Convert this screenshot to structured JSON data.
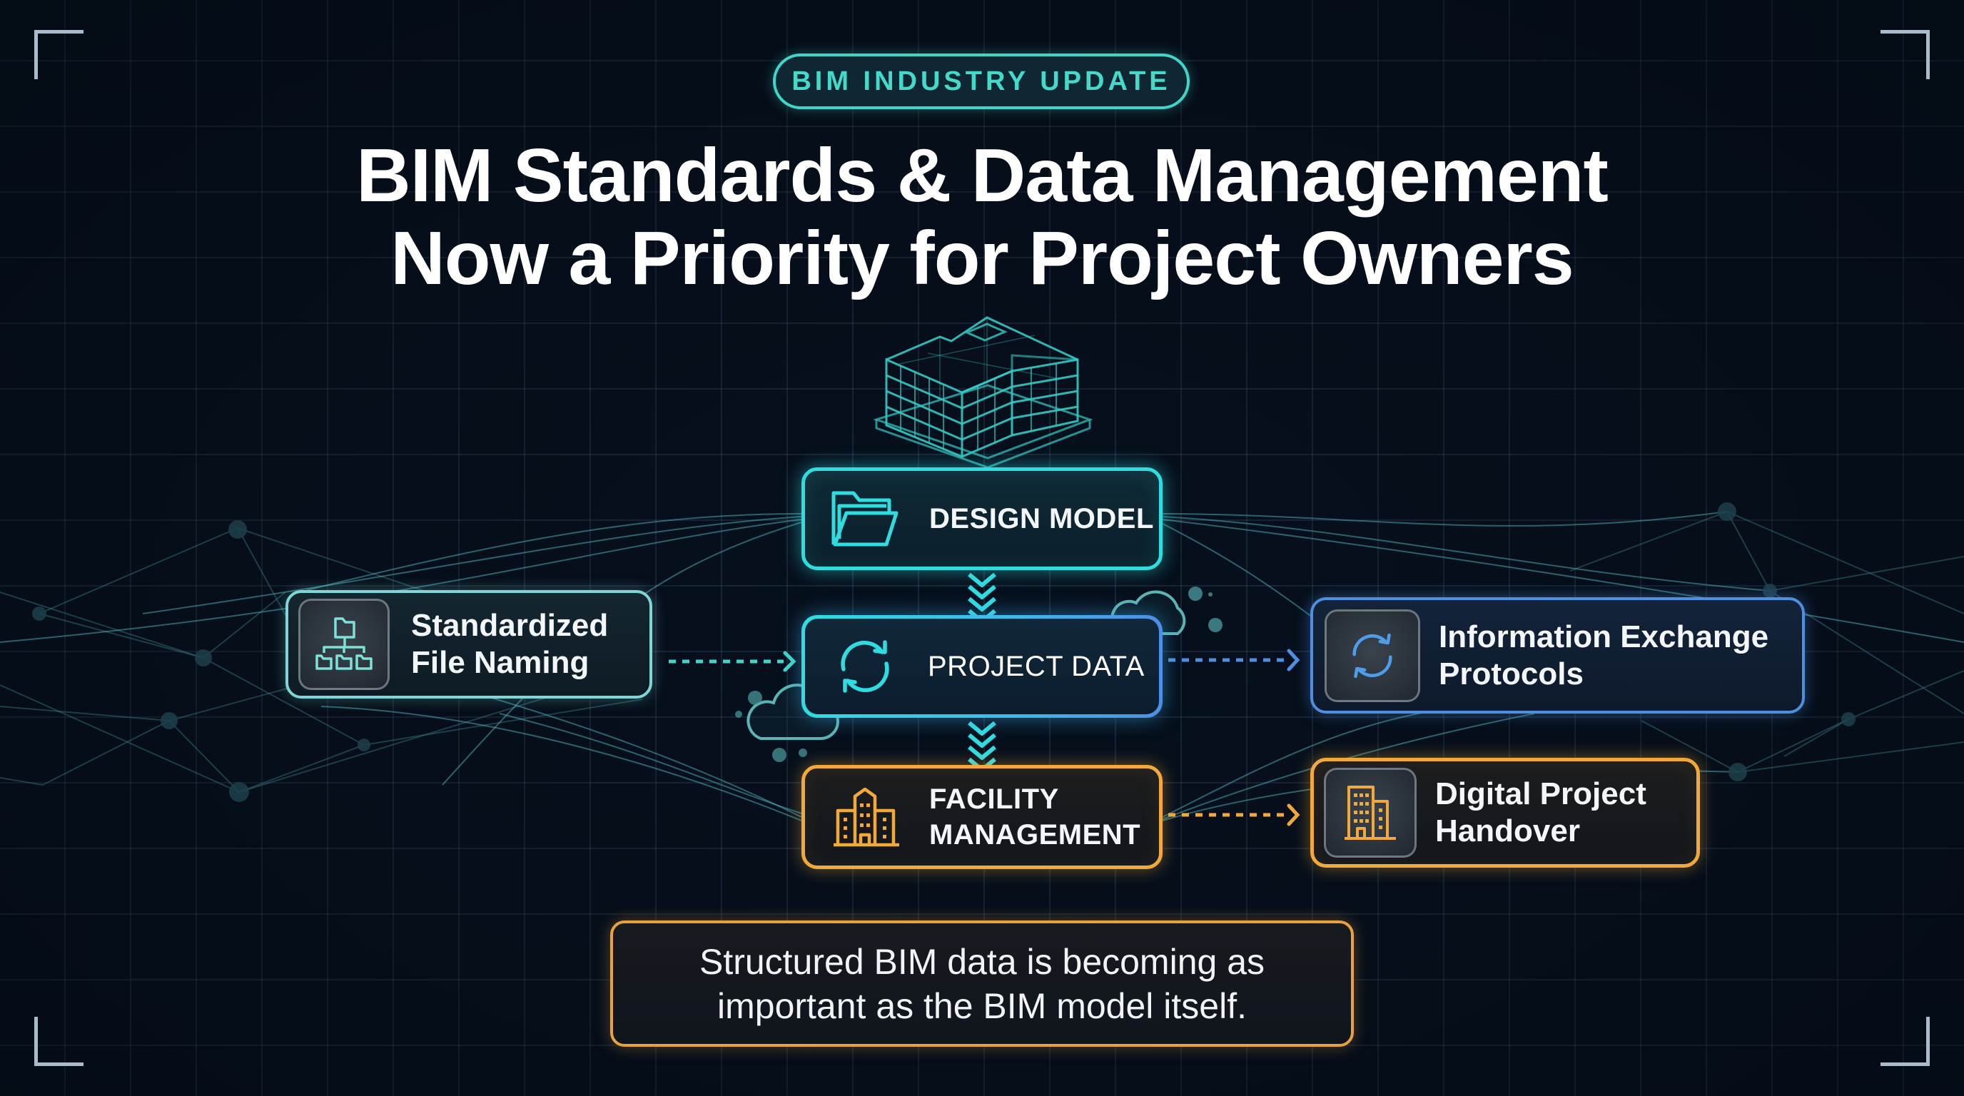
{
  "badge": {
    "label": "BIM INDUSTRY UPDATE"
  },
  "title": {
    "line1": "BIM Standards & Data Management",
    "line2": "Now a Priority for Project Owners"
  },
  "illustration": {
    "icon": "building-wireframe-icon"
  },
  "flow": {
    "center": [
      {
        "label": "DESIGN MODEL",
        "icon": "folder-open-icon",
        "color": "#2fdde0"
      },
      {
        "label": "PROJECT DATA",
        "icon": "sync-icon",
        "color": "#3fb8ea"
      },
      {
        "label_line1": "FACILITY",
        "label_line2": "MANAGEMENT",
        "icon": "office-building-icon",
        "color": "#f0a93a"
      }
    ],
    "left": {
      "label_line1": "Standardized",
      "label_line2": "File Naming",
      "icon": "folder-hierarchy-icon",
      "color": "#7fd6d6"
    },
    "right": [
      {
        "label_line1": "Information Exchange",
        "label_line2": "Protocols",
        "icon": "sync-icon",
        "color": "#4f8fe0"
      },
      {
        "label_line1": "Digital Project",
        "label_line2": "Handover",
        "icon": "buildings-icon",
        "color": "#f0a93a"
      }
    ],
    "connectors": [
      {
        "from": "Standardized File Naming",
        "to": "PROJECT DATA",
        "style": "dotted-arrow",
        "color": "#3fd6c8"
      },
      {
        "from": "PROJECT DATA",
        "to": "Information Exchange Protocols",
        "style": "dotted-arrow",
        "color": "#4f8fe0"
      },
      {
        "from": "FACILITY MANAGEMENT",
        "to": "Digital Project Handover",
        "style": "dotted-arrow",
        "color": "#f0a93a"
      },
      {
        "from": "DESIGN MODEL",
        "to": "PROJECT DATA",
        "style": "chevron-down",
        "color": "#2fdde0"
      },
      {
        "from": "PROJECT DATA",
        "to": "FACILITY MANAGEMENT",
        "style": "chevron-down",
        "color": "#2fdde0"
      }
    ]
  },
  "caption": {
    "line1": "Structured BIM data is becoming as",
    "line2": "important as the BIM model itself."
  },
  "colors": {
    "background": "#06101d",
    "accent_cyan": "#2fdde0",
    "accent_blue": "#4f8fe0",
    "accent_orange": "#f0a93a"
  }
}
